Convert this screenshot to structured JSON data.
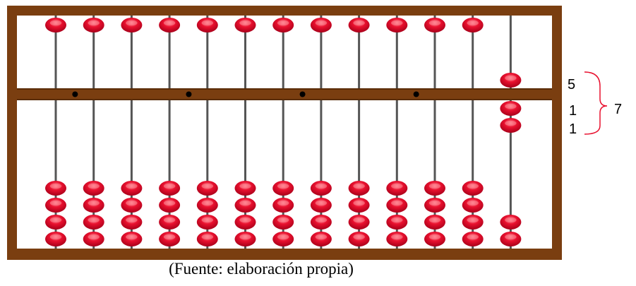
{
  "abacus": {
    "rods": 13,
    "beam_dots_after_rod": [
      1,
      4,
      7,
      10
    ],
    "rods_state": [
      {
        "upper_active": 0,
        "lower_active": 0
      },
      {
        "upper_active": 0,
        "lower_active": 0
      },
      {
        "upper_active": 0,
        "lower_active": 0
      },
      {
        "upper_active": 0,
        "lower_active": 0
      },
      {
        "upper_active": 0,
        "lower_active": 0
      },
      {
        "upper_active": 0,
        "lower_active": 0
      },
      {
        "upper_active": 0,
        "lower_active": 0
      },
      {
        "upper_active": 0,
        "lower_active": 0
      },
      {
        "upper_active": 0,
        "lower_active": 0
      },
      {
        "upper_active": 0,
        "lower_active": 0
      },
      {
        "upper_active": 0,
        "lower_active": 0
      },
      {
        "upper_active": 0,
        "lower_active": 0
      },
      {
        "upper_active": 1,
        "lower_active": 2
      }
    ],
    "colors": {
      "frame": "#7a3e10",
      "bead": "#e8102e",
      "bead_highlight": "#ff8a96",
      "rod": "#555555",
      "bracket": "#e8102e"
    }
  },
  "annotation": {
    "upper_value": "5",
    "lower_value_1": "1",
    "lower_value_2": "1",
    "total": "7"
  },
  "caption": "(Fuente: elaboración propia)"
}
